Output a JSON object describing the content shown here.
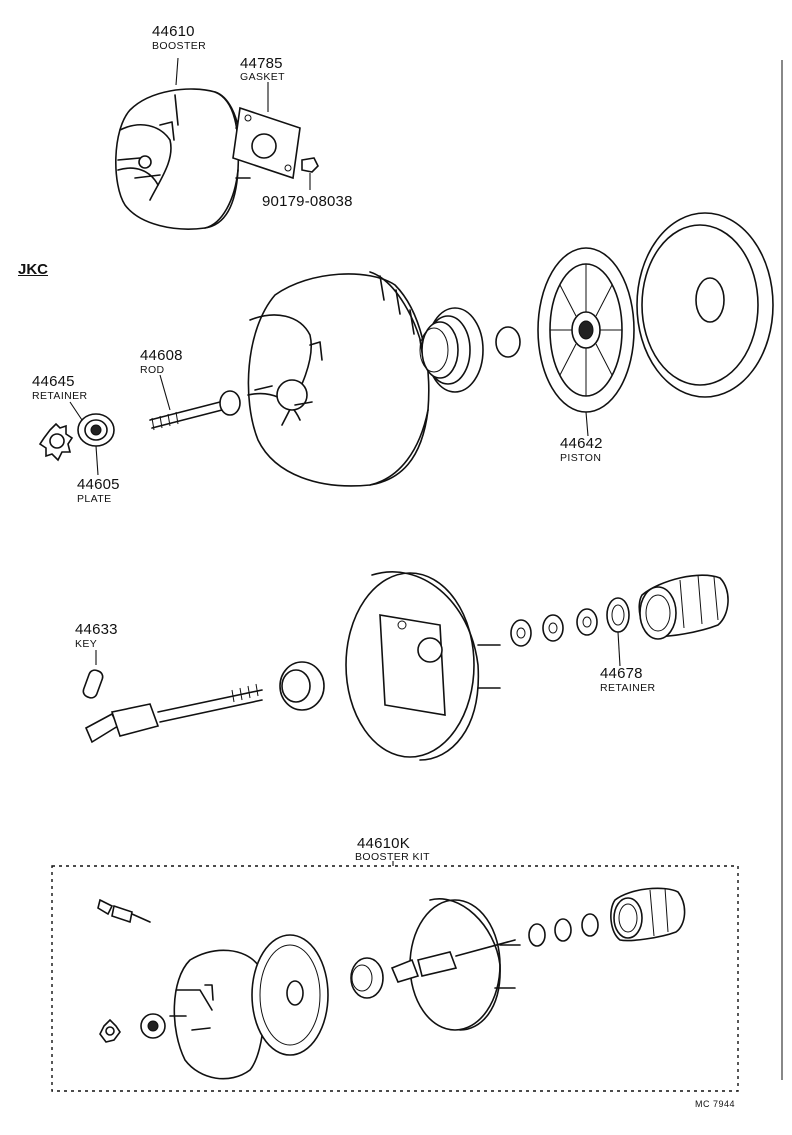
{
  "section_label": "JKC",
  "parts": {
    "booster": {
      "number": "44610",
      "name": "BOOSTER"
    },
    "gasket": {
      "number": "44785",
      "name": "GASKET"
    },
    "nut": {
      "number": "90179-08038"
    },
    "retainer1": {
      "number": "44645",
      "name": "RETAINER"
    },
    "rod": {
      "number": "44608",
      "name": "ROD"
    },
    "plate": {
      "number": "44605",
      "name": "PLATE"
    },
    "piston": {
      "number": "44642",
      "name": "PISTON"
    },
    "key": {
      "number": "44633",
      "name": "KEY"
    },
    "retainer2": {
      "number": "44678",
      "name": "RETAINER"
    },
    "kit": {
      "number": "44610K",
      "name": "BOOSTER KIT"
    }
  },
  "figure_code": "MC 7944"
}
